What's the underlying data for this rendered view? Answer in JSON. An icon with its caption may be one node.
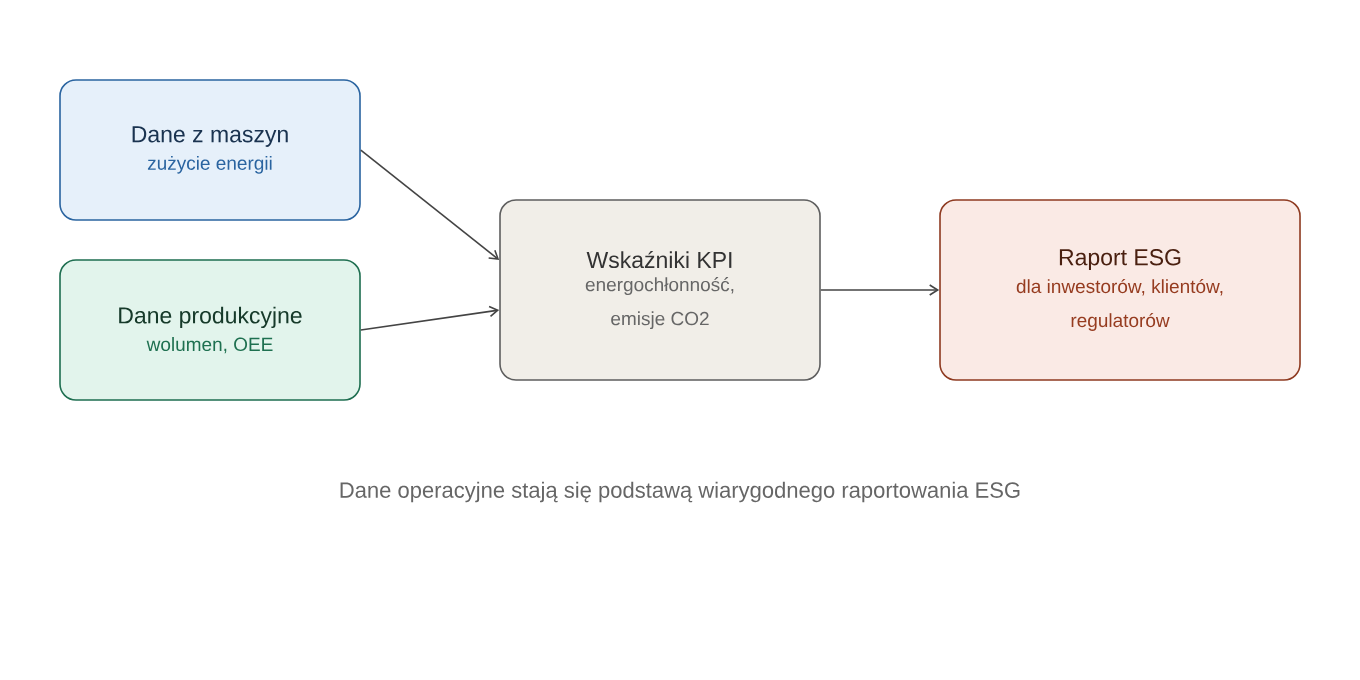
{
  "diagram": {
    "caption": "Dane operacyjne stają się podstawą wiarygodnego raportowania ESG",
    "nodes": [
      {
        "text": [
          "Dane z maszyn",
          "zużycie energii"
        ]
      },
      {
        "text": [
          "Dane produkcyjne",
          "wolumen, OEE"
        ]
      },
      {
        "text": [
          "Wskaźniki KPI",
          "energochłonność, emisje CO2"
        ]
      },
      {
        "text": [
          "Raport ESG",
          "dla inwestorów, klientów, regulatorów"
        ]
      }
    ],
    "edges": [
      {
        "from": 0,
        "to": 2,
        "arrow": "to"
      },
      {
        "from": 1,
        "to": 2,
        "arrow": "to"
      },
      {
        "from": 2,
        "to": 3,
        "arrow": "to"
      }
    ]
  }
}
